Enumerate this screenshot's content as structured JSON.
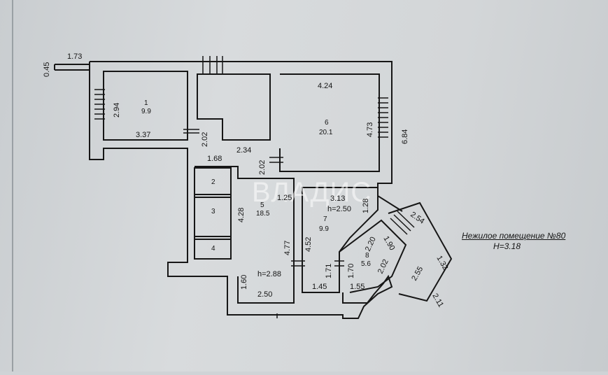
{
  "caption": {
    "title": "Нежилое помещение №80",
    "height": "Н=3.18"
  },
  "watermark": "ВЛАДИС",
  "rooms": [
    {
      "id": "room-1",
      "num": "1",
      "area": "9.9"
    },
    {
      "id": "room-2",
      "num": "2"
    },
    {
      "id": "room-3",
      "num": "3"
    },
    {
      "id": "room-4",
      "num": "4"
    },
    {
      "id": "room-5",
      "num": "5",
      "area": "18.5",
      "height": "h=2.88"
    },
    {
      "id": "room-6",
      "num": "6",
      "area": "20.1"
    },
    {
      "id": "room-7",
      "num": "7",
      "area": "9.9",
      "height": "h=2.50"
    },
    {
      "id": "room-8",
      "num": "8",
      "area": "5.6"
    }
  ],
  "dimensions": {
    "d0_45": "0.45",
    "d1_73": "1.73",
    "d2_94": "2.94",
    "d3_37": "3.37",
    "d2_02a": "2.02",
    "d1_68": "1.68",
    "d2_34": "2.34",
    "d2_02b": "2.02",
    "d4_24": "4.24",
    "d4_73": "4.73",
    "d6_84": "6.84",
    "d4_28": "4.28",
    "d1_25": "1.25",
    "d4_77": "4.77",
    "d1_60": "1.60",
    "d2_50": "2.50",
    "d3_13": "3.13",
    "d1_28": "1.28",
    "d4_52": "4.52",
    "d1_71": "1.71",
    "d1_45": "1.45",
    "d1_70": "1.70",
    "d1_55": "1.55",
    "d2_20": "2.20",
    "d1_90": "1.90",
    "d2_54": "2.54",
    "d2_02c": "2.02",
    "d2_55": "2.55",
    "d1_32": "1.32",
    "d2_11": "2.11"
  }
}
